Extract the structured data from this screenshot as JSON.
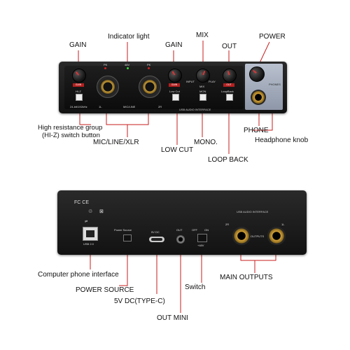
{
  "top_labels": {
    "indicator_light": "Indicator light",
    "gain_left": "GAIN",
    "gain_right": "GAIN",
    "mix": "MIX",
    "out": "OUT",
    "power": "POWER",
    "hiz_line1": "High resistance group",
    "hiz_line2": "(HI-Z) switch button",
    "mic_line_xlr": "MIC/LINE/XLR",
    "low_cut": "LOW CUT",
    "mono": "MONO.",
    "loop_back": "LOOP BACK",
    "phone": "PHONE",
    "headphone_knob": "Headphone knob"
  },
  "front_panel": {
    "pk1": "PK",
    "v48": "48V",
    "pk2": "PK",
    "gain1": "GAIN",
    "gain2": "GAIN",
    "hiz": "HI-Z",
    "low_cut": "Low Cut",
    "input": "INPUT",
    "mix": "MIX",
    "play": "PLAY",
    "mon": "MON",
    "out": "OUT",
    "loopback": "LoopBack",
    "phones": "PHONES",
    "spec": "24-bit/192kHz",
    "ch1": "1L",
    "mic_line": "MIC/LINE",
    "ch2": "2R",
    "brand": "USB AUDIO INTERFACE"
  },
  "rear_panel": {
    "fc": "FC CE",
    "usb": "USB 2.0",
    "power_source": "Power Source",
    "dc": "5V DC",
    "out": "OUT",
    "off": "OFF",
    "on": "ON",
    "v48": "+48V",
    "brand": "USB AUDIO INTERFACE",
    "r2": "2R",
    "l1": "1L",
    "outputs": "OUTPUTS"
  },
  "bottom_labels": {
    "computer_phone": "Computer phone interface",
    "power_source": "POWER SOURCE",
    "dc_type_c": "5V DC(TYPE-C)",
    "switch": "Switch",
    "main_outputs": "MAIN OUTPUTS",
    "out_mini": "OUT MINI"
  },
  "colors": {
    "callout_line": "#c81e1e",
    "device": "#1a1a1a",
    "accent": "#b32020"
  }
}
